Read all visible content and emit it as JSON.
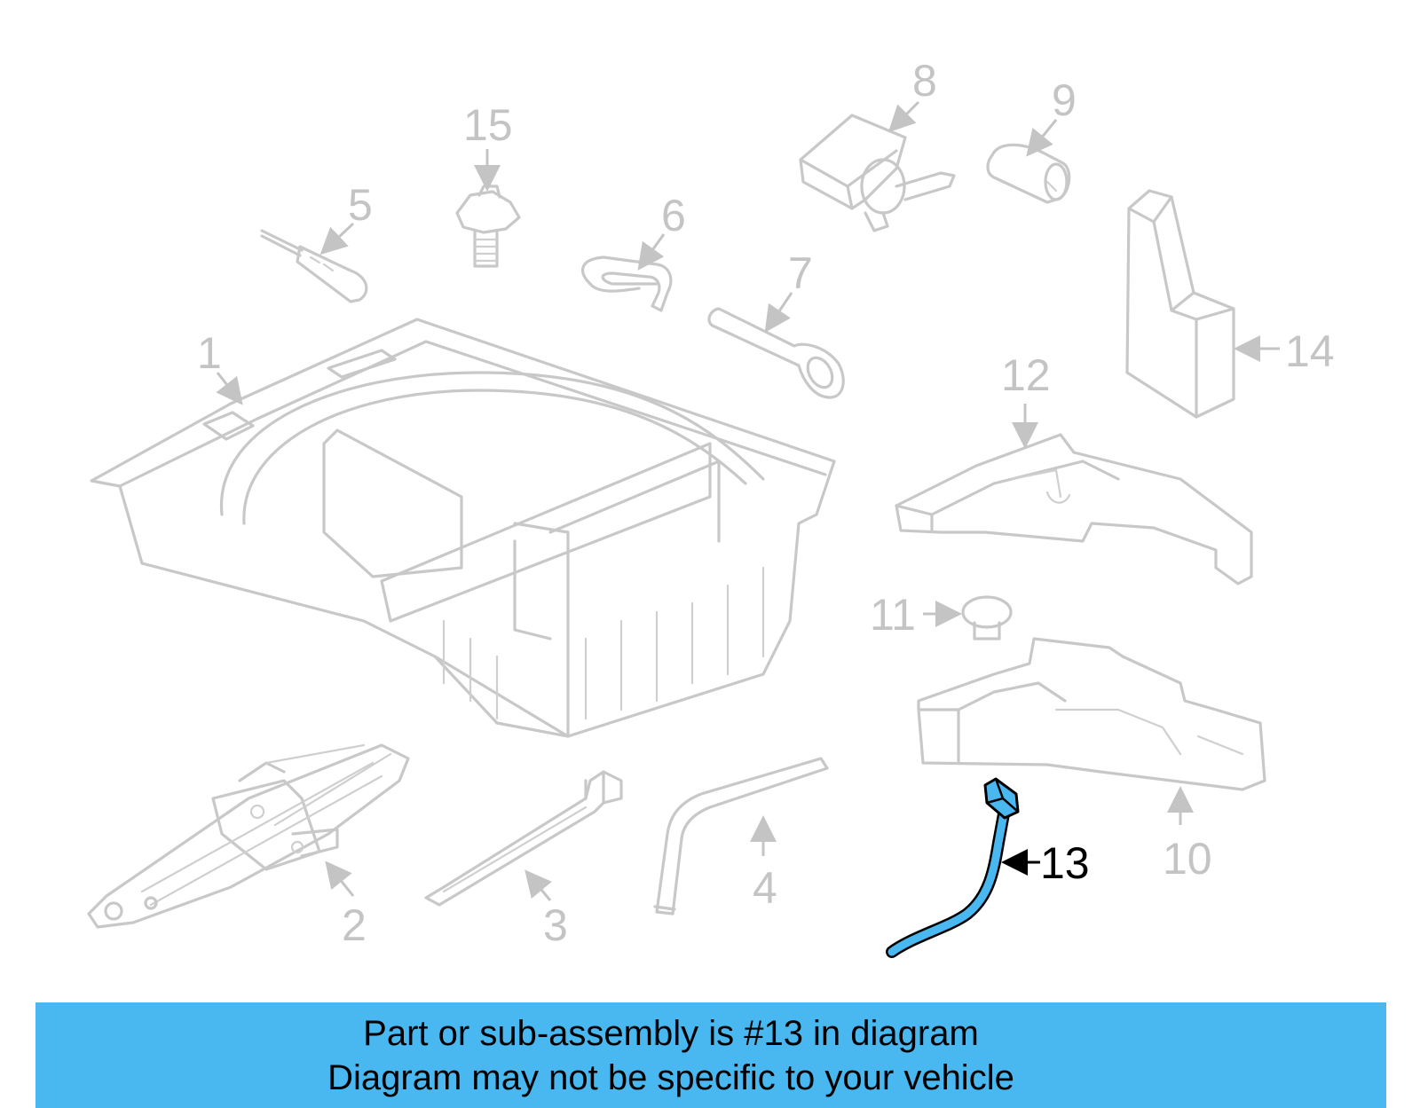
{
  "diagram": {
    "highlight_color": "#4ab8f0",
    "callouts": [
      "1",
      "2",
      "3",
      "4",
      "5",
      "6",
      "7",
      "8",
      "9",
      "10",
      "11",
      "12",
      "13",
      "14",
      "15"
    ],
    "highlighted_part": "13"
  },
  "banner": {
    "line1": "Part or sub-assembly is #13 in diagram",
    "line2": "Diagram may not be specific to your vehicle",
    "background": "#4ab8f0"
  }
}
